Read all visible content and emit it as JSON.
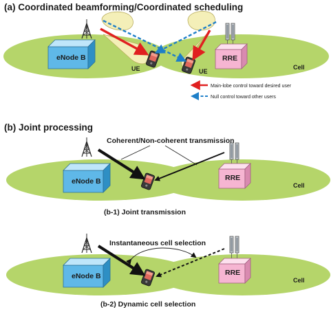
{
  "section_a": {
    "title": "(a) Coordinated beamforming/Coordinated scheduling",
    "enodeb_label": "eNode B",
    "rre_label": "RRE",
    "ue_left_label": "UE",
    "ue_right_label": "UE",
    "cell_label": "Cell",
    "legend": {
      "main_lobe": "Main-lobe control toward desired user",
      "null_control": "Null control toward other users"
    }
  },
  "section_b": {
    "title": "(b) Joint processing",
    "jt": {
      "annotation": "Coherent/Non-coherent transmission",
      "enodeb_label": "eNode B",
      "rre_label": "RRE",
      "cell_label": "Cell",
      "caption": "(b-1)  Joint transmission"
    },
    "dcs": {
      "annotation": "Instantaneous cell selection",
      "enodeb_label": "eNode B",
      "rre_label": "RRE",
      "cell_label": "Cell",
      "caption": "(b-2)  Dynamic cell selection"
    }
  },
  "colors": {
    "cell_fill": "#b5d56a",
    "enodeb_front": "#5fb8e8",
    "enodeb_top": "#bfe6fa",
    "enodeb_side": "#2e8fc4",
    "rre_front": "#f6b5d2",
    "rre_top": "#fde0ee",
    "rre_side": "#d98ab0",
    "main_lobe_arrow": "#e02020",
    "null_arrow": "#1e7fc8",
    "beam_fill": "#f4efb8"
  }
}
